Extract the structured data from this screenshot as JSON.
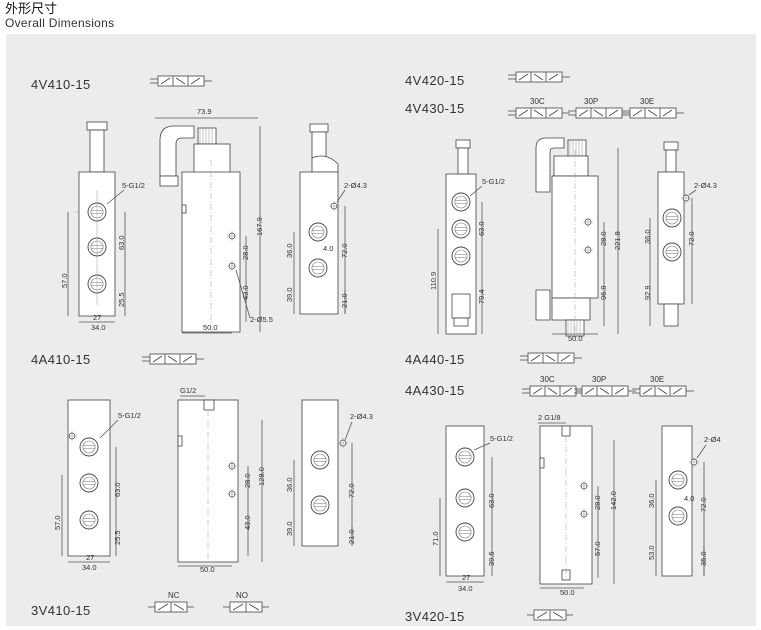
{
  "header": {
    "title_cn": "外形尺寸",
    "title_en": "Overall Dimensions"
  },
  "models": {
    "m1": "4V410-15",
    "m2": "4A410-15",
    "m3": "3V410-15",
    "m4": "4V420-15",
    "m5": "4V430-15",
    "m6": "4A440-15",
    "m7": "4A430-15",
    "m8": "3V420-15"
  },
  "symbols": {
    "center_a": [
      "30C",
      "30P",
      "30E"
    ],
    "center_b": [
      "30C",
      "30P",
      "30E"
    ],
    "nc": "NC",
    "no": "NO"
  },
  "dims": {
    "d_73_9": "73.9",
    "d_5g12": "5-G1/2",
    "d_63": "63.0",
    "d_57": "57.0",
    "d_25_5": "25.5",
    "d_27": "27",
    "d_34": "34.0",
    "d_167_9": "167.9",
    "d_28": "28.0",
    "d_43": "43.0",
    "d_50": "50.0",
    "d_2d55": "2-Ø5.5",
    "d_2d43": "2-Ø4.3",
    "d_36": "36.0",
    "d_4": "4.0",
    "d_72": "72.0",
    "d_39": "39.0",
    "d_21": "21.0",
    "b_5g12": "5-G1/2",
    "b_g18": "G1/2",
    "b_63": "63.0",
    "b_57": "57.0",
    "b_25_5": "25.5",
    "b_27": "27",
    "b_34": "34.0",
    "b_28": "28.0",
    "b_128": "128.0",
    "b_43": "43.0",
    "b_50": "50.0",
    "b_2d43": "2-Ø4.3",
    "b_36": "36.0",
    "b_72": "72.0",
    "b_39": "39.0",
    "b_21": "21.0",
    "c_5g12": "5-G1/2",
    "c_63": "63.0",
    "c_110_9": "110.9",
    "c_79_4": "79.4",
    "c_28": "28.0",
    "c_221_8": "221.8",
    "c_96_9": "96.9",
    "c_50": "50.0",
    "c_2d43": "2-Ø4.3",
    "c_36": "36.0",
    "c_72": "72.0",
    "c_92_9": "92.9",
    "e_2g18": "2 G1/8",
    "e_5g12": "5-G1/2",
    "e_63": "63.0",
    "e_71": "71.0",
    "e_39_5": "39.5",
    "e_27": "27",
    "e_34": "34.0",
    "e_28": "28.0",
    "e_142": "142.0",
    "e_57": "57.0",
    "e_50": "50.0",
    "e_2d4": "2-Ø4",
    "e_36": "36.0",
    "e_4": "4.0",
    "e_72": "72.0",
    "e_53": "53.0",
    "e_35": "35.0"
  }
}
